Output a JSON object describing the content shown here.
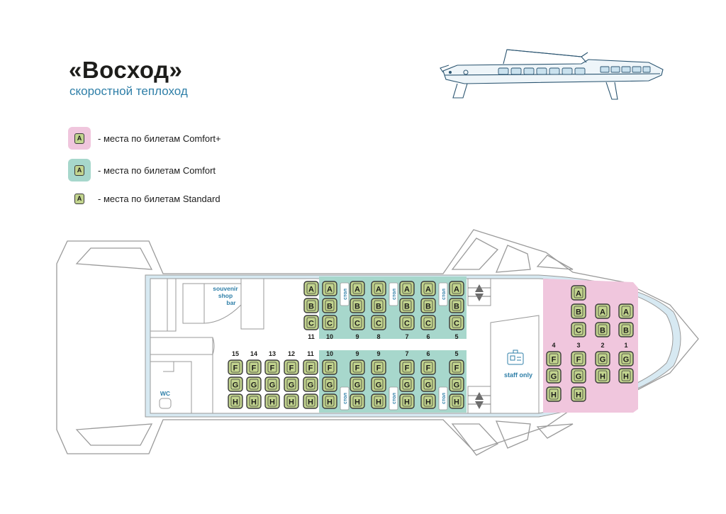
{
  "header": {
    "title": "«Восход»",
    "subtitle": "скоростной теплоход"
  },
  "legend": [
    {
      "seat_letter": "A",
      "label": "- места по билетам Comfort+",
      "color": "#f0c6dd"
    },
    {
      "seat_letter": "A",
      "label": "- места по билетам Comfort",
      "color": "#a7d7cc"
    },
    {
      "seat_letter": "A",
      "label": "- места по билетам Standard",
      "color": "#ffffff"
    }
  ],
  "colors": {
    "seat": "#c2d48e",
    "comfort": "#a7d7cc",
    "comfort_plus": "#f0c6dd",
    "hull_blue": "#d7e9f2",
    "outline": "#9a9a9a"
  },
  "plan": {
    "souvenir_label": [
      "souvenir",
      "shop",
      "bar"
    ],
    "wc_label": "WC",
    "staff_label": "staff only",
    "table_label": "стол",
    "upper_rows": [
      "11",
      "10",
      "9",
      "8",
      "7",
      "6",
      "5"
    ],
    "lower_rows": [
      "15",
      "14",
      "13",
      "12",
      "11",
      "10",
      "9",
      "9",
      "7",
      "6",
      "5"
    ],
    "front_rows": [
      "4",
      "3",
      "2",
      "1"
    ],
    "upper_letters": [
      "A",
      "B",
      "C"
    ],
    "lower_letters": [
      "F",
      "G",
      "H"
    ],
    "front_col1_letters": [
      "F",
      "G",
      "H"
    ],
    "front_col2_top": [
      "A",
      "B",
      "C"
    ],
    "front_col2_bottom": [
      "F",
      "G",
      "H"
    ],
    "front_col3_top": [
      "A",
      "B"
    ],
    "front_col3_bottom": [
      "G",
      "H"
    ],
    "front_col4_top": [
      "A",
      "B"
    ],
    "front_col4_bottom": [
      "G",
      "H"
    ]
  }
}
